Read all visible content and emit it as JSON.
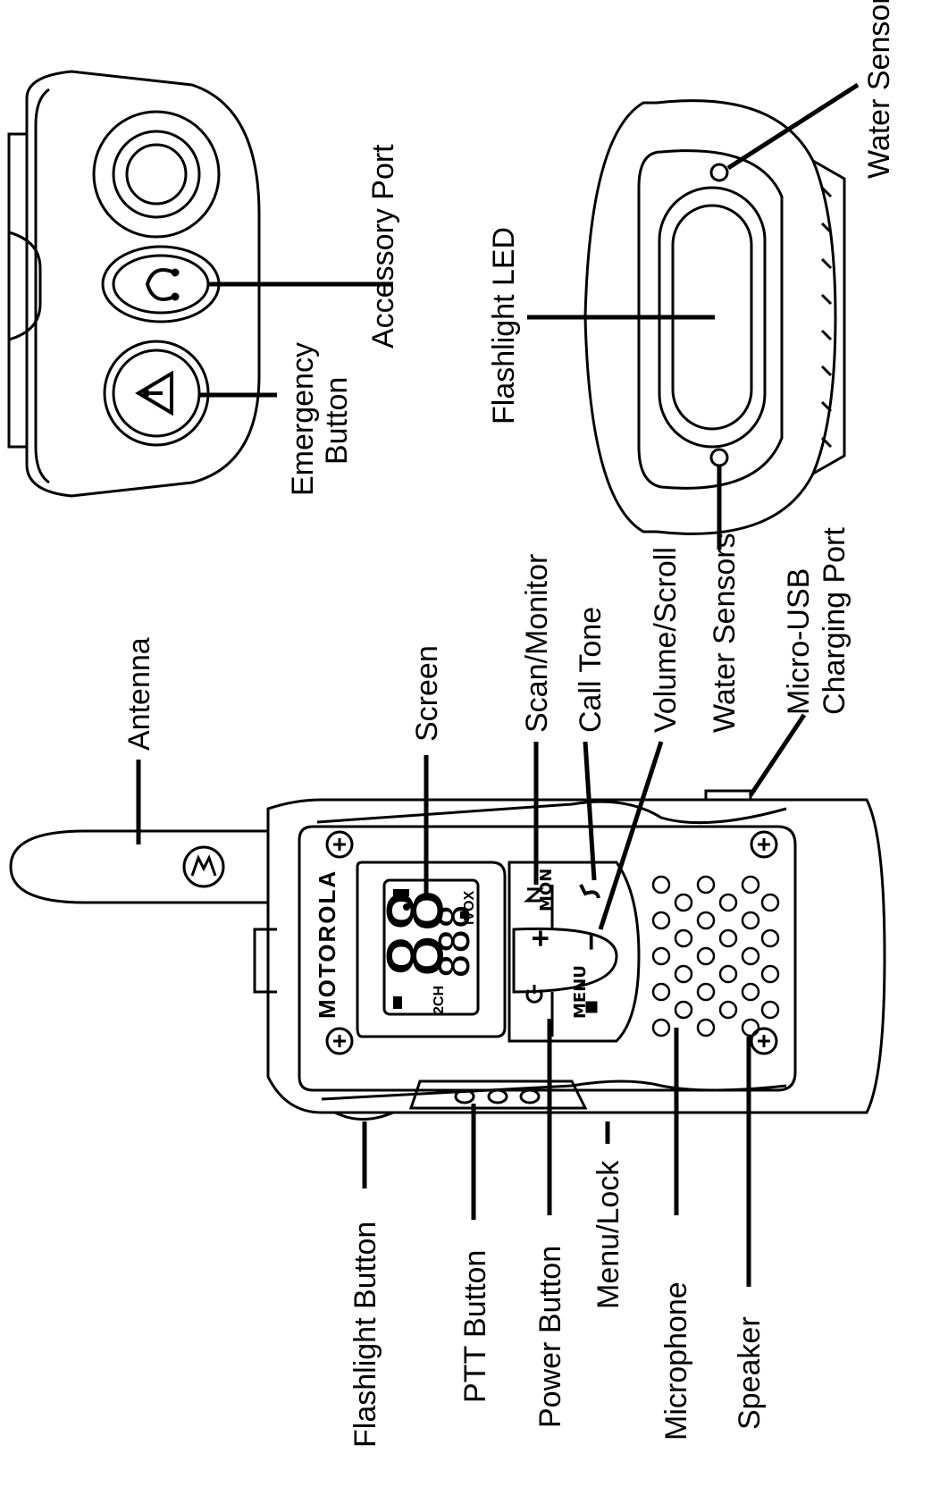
{
  "labels": {
    "antenna": "Antenna",
    "screen": "Screen",
    "scan_monitor": "Scan/Monitor",
    "call_tone": "Call Tone",
    "volume_scroll": "Volume/Scroll",
    "water_sensors_left": "Water Sensors",
    "micro_usb_line1": "Micro-USB",
    "micro_usb_line2": "Charging Port",
    "flashlight_button": "Flashlight Button",
    "ptt_button": "PTT Button",
    "power_button": "Power Button",
    "menu_lock": "Menu/Lock",
    "microphone": "Microphone",
    "speaker": "Speaker",
    "emergency_line1": "Emergency",
    "emergency_line2": "Button",
    "accessory_port": "Accessory Port",
    "flashlight_led": "Flashlight LED",
    "water_sensors_right": "Water Sensors"
  },
  "device": {
    "brand": "MOTOROLA",
    "mon_key": "MON",
    "menu_key": "MENU",
    "plus_key": "+",
    "minus_key": "−",
    "screen_main_digits": "88",
    "screen_sub_digits": "888",
    "screen_2ch": "2CH",
    "screen_ivox": "iVOX"
  },
  "icons": [
    "motorola-logo-icon",
    "power-icon",
    "lock-icon",
    "scan-icon",
    "call-tone-icon",
    "warning-triangle-icon",
    "accessory-port-icon"
  ]
}
